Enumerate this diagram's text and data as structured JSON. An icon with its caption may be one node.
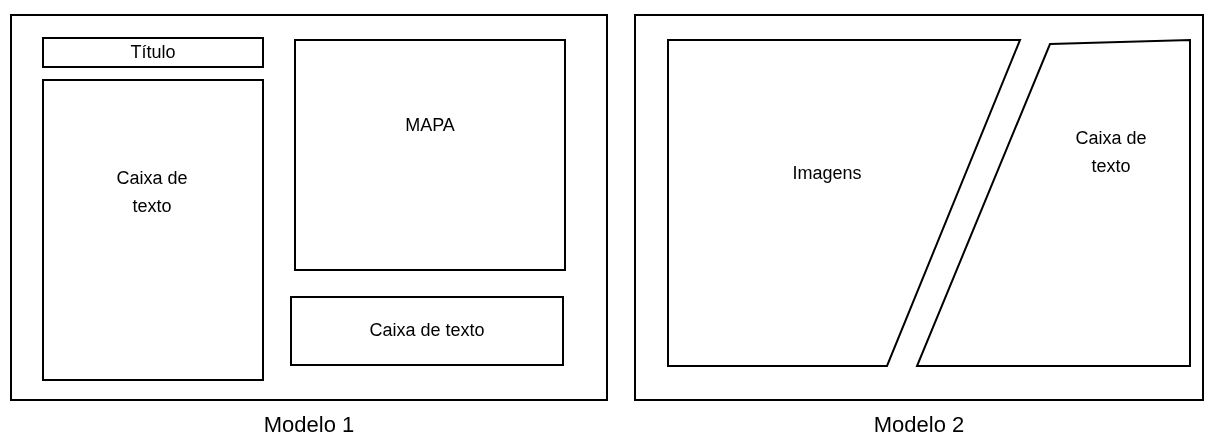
{
  "diagram": {
    "nodes": [
      {
        "text": [
          "Modelo 1"
        ]
      },
      {
        "text": [
          "Título"
        ],
        "in": 0
      },
      {
        "text": [
          "Caixa de texto"
        ],
        "in": 0
      },
      {
        "text": [
          "MAPA"
        ],
        "in": 0
      },
      {
        "text": [
          "Caixa de texto"
        ],
        "in": 0
      },
      {
        "text": [
          "Modelo 2"
        ]
      },
      {
        "text": [
          "Imagens"
        ],
        "in": 5
      },
      {
        "text": [
          "Caixa de texto"
        ],
        "in": 5
      }
    ]
  }
}
